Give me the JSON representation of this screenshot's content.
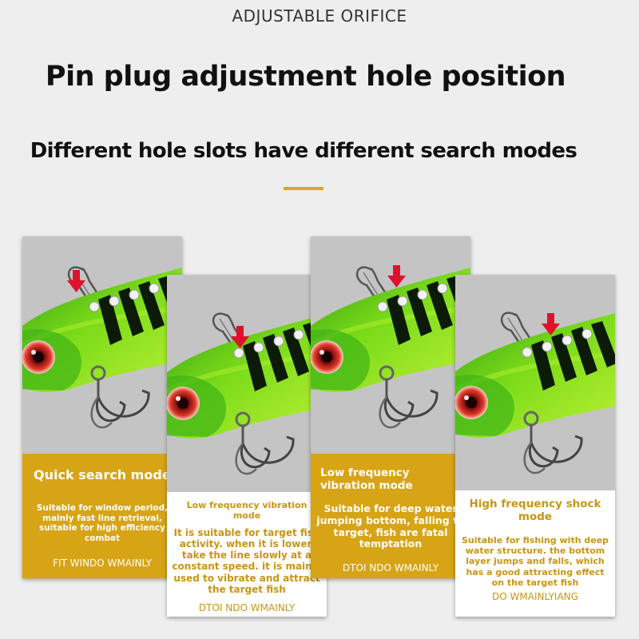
{
  "header": {
    "eyebrow": "ADJUSTABLE ORIFICE",
    "title": "Pin plug adjustment hole position",
    "subtitle": "Different hole slots have different search modes",
    "accent_color": "#dba71f"
  },
  "colors": {
    "gold_panel": "#d7a416",
    "white_panel": "#ffffff",
    "arrow_red": "#e0122b",
    "lure_green": "#6dd400"
  },
  "cards": [
    {
      "title": "Quick search mode",
      "description": "Suitable for window period, mainly fast line retrieval, suitable for high efficiency combat",
      "footer": "FIT WINDO WMAINLY",
      "style": "gold",
      "icon": "red-down-arrow-icon"
    },
    {
      "title": "Low frequency vibration mode",
      "description": "It is suitable for target fish activity. when it is lower, take the line slowly at a constant speed. it is mainly used to vibrate and attract the target fish",
      "footer": "DTOI NDO WMAINLY",
      "style": "white",
      "icon": "red-down-arrow-icon"
    },
    {
      "title": "Low frequency vibration mode",
      "description": "Suitable for deep water jumping bottom, falling to target, fish are fatal temptation",
      "footer": "DTOI NDO WMAINLY",
      "style": "gold",
      "icon": "red-down-arrow-icon"
    },
    {
      "title": "High frequency shock mode",
      "description": "Suitable for fishing with deep water structure. the bottom layer jumps and falls, which has a good attracting effect on the target fish",
      "footer": "DO WMAINLYIANG",
      "style": "white",
      "icon": "red-down-arrow-icon"
    }
  ]
}
